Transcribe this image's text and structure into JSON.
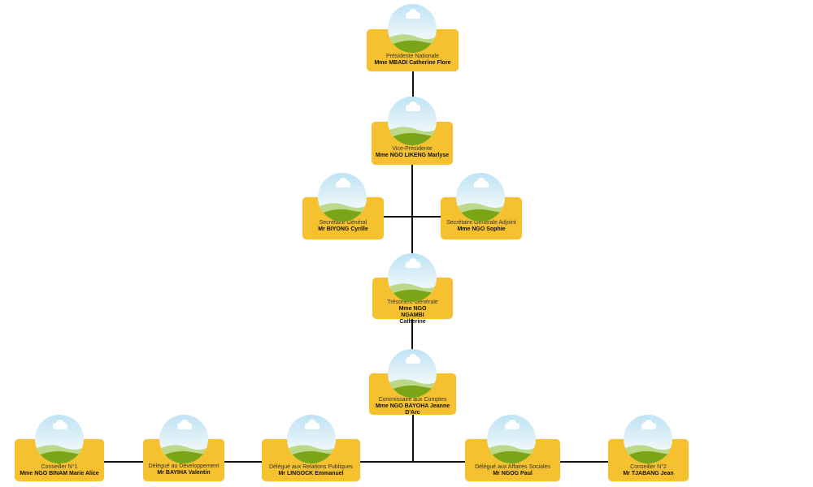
{
  "chart": {
    "title": "Organigramme",
    "nodes": [
      {
        "id": "presidente",
        "role": "Présidente Nationale",
        "name": "Mme MBADI Catherine Flore",
        "photo": "avatar-placeholder-landscape"
      },
      {
        "id": "vice-presidente",
        "role": "Vice-Présidente",
        "name": "Mme NGO LIKENG Marlyse",
        "photo": "avatar-placeholder-landscape"
      },
      {
        "id": "secretaire-general",
        "role": "Secrétaire Général",
        "name": "Mr BIYONG Cyrille",
        "photo": "avatar-placeholder-landscape"
      },
      {
        "id": "secretaire-generale-adjoint",
        "role": "Secrétaire Générale Adjoint",
        "name": "Mme NGO Sophie",
        "photo": "avatar-placeholder-landscape"
      },
      {
        "id": "tresoriere-generale",
        "role": "Trésorière Générale",
        "name": "Mme NGO NGAMBI Catherine",
        "photo": "avatar-placeholder-landscape"
      },
      {
        "id": "commissaire-aux-comptes",
        "role": "Commissaire aux Comptes",
        "name": "Mme NGO BAYOHA Jeanne D'Arc",
        "photo": "avatar-placeholder-landscape"
      },
      {
        "id": "conseiller-1",
        "role": "Conseiller N°1",
        "name": "Mme NGO BINAM Marie Alice",
        "photo": "avatar-placeholder-landscape"
      },
      {
        "id": "delegue-developpement",
        "role": "Délégué au Développement",
        "name": "Mr BAYIHA Valentin",
        "photo": "avatar-placeholder-landscape"
      },
      {
        "id": "delegue-relations-publiques",
        "role": "Délégué aux Relations Publiques",
        "name": "Mr LINGOCK Emmanuel",
        "photo": "avatar-placeholder-landscape"
      },
      {
        "id": "delegue-affaires-sociales",
        "role": "Délégué aux Affaires Sociales",
        "name": "Mr NGOG Paul",
        "photo": "avatar-placeholder-landscape"
      },
      {
        "id": "conseiller-2",
        "role": "Conseiller N°2",
        "name": "Mr TJABANG Jean",
        "photo": "avatar-placeholder-landscape"
      }
    ],
    "edges": [
      [
        "presidente",
        "vice-presidente"
      ],
      [
        "vice-presidente",
        "secretaire-general"
      ],
      [
        "vice-presidente",
        "secretaire-generale-adjoint"
      ],
      [
        "vice-presidente",
        "tresoriere-generale"
      ],
      [
        "tresoriere-generale",
        "commissaire-aux-comptes"
      ],
      [
        "commissaire-aux-comptes",
        "conseiller-1"
      ],
      [
        "commissaire-aux-comptes",
        "delegue-developpement"
      ],
      [
        "commissaire-aux-comptes",
        "delegue-relations-publiques"
      ],
      [
        "commissaire-aux-comptes",
        "delegue-affaires-sociales"
      ],
      [
        "commissaire-aux-comptes",
        "conseiller-2"
      ]
    ],
    "colors": {
      "box": "#f6c12e",
      "line": "#111111",
      "sky": "#cfeaf6",
      "grass": "#7aa516"
    }
  }
}
